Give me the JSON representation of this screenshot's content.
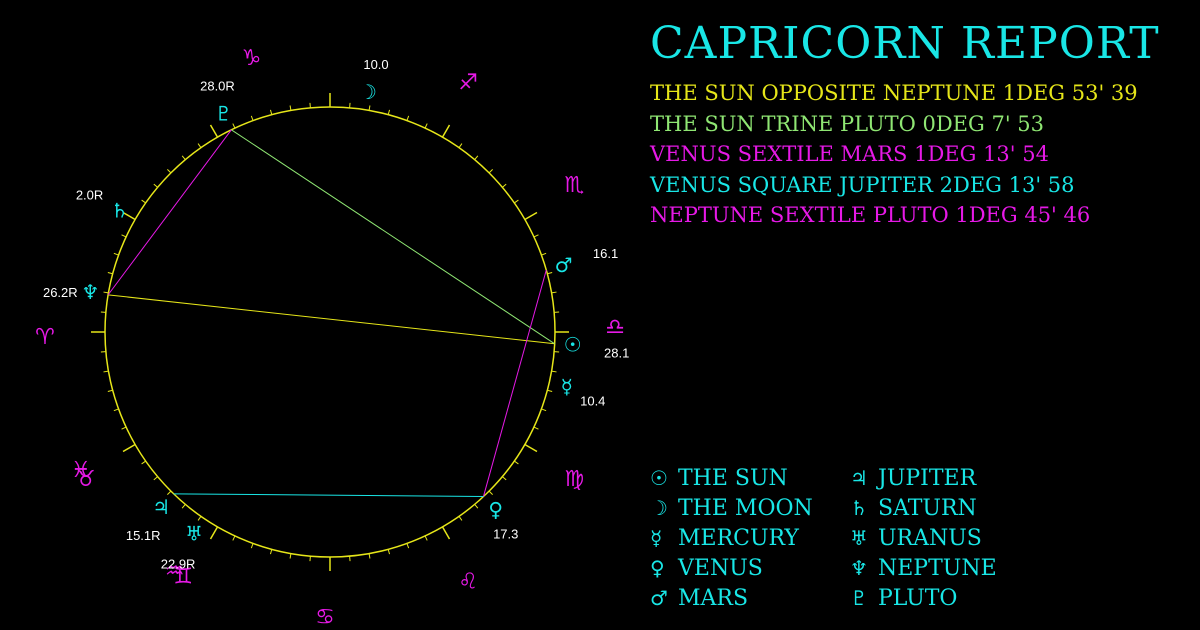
{
  "title": "CAPRICORN REPORT",
  "aspects": [
    {
      "text": "THE SUN OPPOSITE NEPTUNE 1DEG 53' 39",
      "color": "#e6e619"
    },
    {
      "text": "THE SUN TRINE PLUTO 0DEG 7' 53",
      "color": "#8fe673"
    },
    {
      "text": "VENUS SEXTILE MARS 1DEG 13' 54",
      "color": "#e619e6"
    },
    {
      "text": "VENUS SQUARE JUPITER 2DEG 13' 58",
      "color": "#19e6e6"
    },
    {
      "text": "NEPTUNE SEXTILE PLUTO 1DEG 45' 46",
      "color": "#e619e6"
    }
  ],
  "legend": [
    {
      "glyph": "☉",
      "label": "THE SUN",
      "icon": "sun-icon"
    },
    {
      "glyph": "☽",
      "label": "THE MOON",
      "icon": "moon-icon"
    },
    {
      "glyph": "☿",
      "label": "MERCURY",
      "icon": "mercury-icon"
    },
    {
      "glyph": "♀",
      "label": "VENUS",
      "icon": "venus-icon"
    },
    {
      "glyph": "♂",
      "label": "MARS",
      "icon": "mars-icon"
    },
    {
      "glyph": "♃",
      "label": "JUPITER",
      "icon": "jupiter-icon"
    },
    {
      "glyph": "♄",
      "label": "SATURN",
      "icon": "saturn-icon"
    },
    {
      "glyph": "♅",
      "label": "URANUS",
      "icon": "uranus-icon"
    },
    {
      "glyph": "♆",
      "label": "NEPTUNE",
      "icon": "neptune-icon"
    },
    {
      "glyph": "♇",
      "label": "PLUTO",
      "icon": "pluto-icon"
    }
  ],
  "signs": [
    {
      "glyph": "♑",
      "name": "capricorn-icon"
    },
    {
      "glyph": "♐",
      "name": "sagittarius-icon"
    },
    {
      "glyph": "♏",
      "name": "scorpio-icon"
    },
    {
      "glyph": "♎",
      "name": "libra-icon"
    },
    {
      "glyph": "♍",
      "name": "virgo-icon"
    },
    {
      "glyph": "♌",
      "name": "leo-icon"
    },
    {
      "glyph": "♋",
      "name": "cancer-icon"
    },
    {
      "glyph": "♊",
      "name": "gemini-icon"
    },
    {
      "glyph": "♉",
      "name": "taurus-icon"
    },
    {
      "glyph": "♈",
      "name": "aries-icon"
    },
    {
      "glyph": "♓",
      "name": "pisces-icon"
    },
    {
      "glyph": "♒",
      "name": "aquarius-icon"
    }
  ],
  "planets": [
    {
      "key": "sun",
      "glyph": "☉",
      "degree": "28.1"
    },
    {
      "key": "moon",
      "glyph": "☽",
      "degree": "10.0"
    },
    {
      "key": "mercury",
      "glyph": "☿",
      "degree": "10.4"
    },
    {
      "key": "venus",
      "glyph": "♀",
      "degree": "17.3"
    },
    {
      "key": "mars",
      "glyph": "♂",
      "degree": "16.1"
    },
    {
      "key": "jupiter",
      "glyph": "♃",
      "degree": "15.1R"
    },
    {
      "key": "saturn",
      "glyph": "♄",
      "degree": "2.0R"
    },
    {
      "key": "uranus",
      "glyph": "♅",
      "degree": "22.9R"
    },
    {
      "key": "neptune",
      "glyph": "♆",
      "degree": "26.2R"
    },
    {
      "key": "pluto",
      "glyph": "♇",
      "degree": "28.0R"
    }
  ],
  "aspect_lines": [
    {
      "from": "sun",
      "to": "neptune",
      "color": "#e6e619"
    },
    {
      "from": "sun",
      "to": "pluto",
      "color": "#8fe673"
    },
    {
      "from": "venus",
      "to": "mars",
      "color": "#e619e6"
    },
    {
      "from": "venus",
      "to": "jupiter",
      "color": "#19e6e6"
    },
    {
      "from": "neptune",
      "to": "pluto",
      "color": "#e619e6"
    }
  ],
  "colors": {
    "circle": "#e6e619",
    "sign": "#e619e6",
    "planet": "#19e6e6",
    "degree_text": "#ffffff",
    "title": "#19e6e6"
  }
}
